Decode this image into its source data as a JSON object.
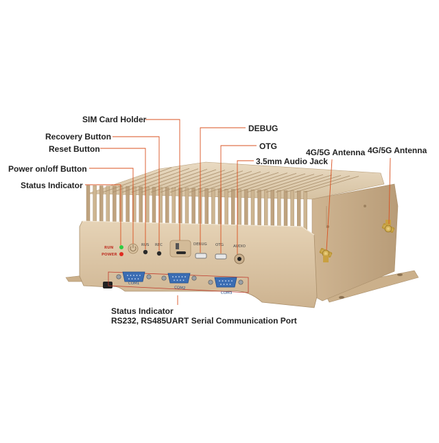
{
  "labels": {
    "sim_card_holder": "SIM Card Holder",
    "recovery_button": "Recovery Button",
    "reset_button": "Reset Button",
    "power_button": "Power on/off Button",
    "status_indicator": "Status Indicator",
    "debug": "DEBUG",
    "otg": "OTG",
    "audio_jack": "3.5mm Audio Jack",
    "antenna_1": "4G/5G Antenna",
    "antenna_2": "4G/5G Antenna"
  },
  "bottom_labels": {
    "status_indicator": "Status Indicator",
    "serial_port": "RS232, RS485UART Serial Communication Port"
  },
  "panel_text": {
    "run": "RUN",
    "power": "POWER",
    "rus": "RUS",
    "rec": "REC",
    "debug": "DEBUG",
    "otg": "OTG",
    "audio": "AUDIO",
    "com1": "COM1",
    "com2": "COM2",
    "com3": "COM3"
  },
  "colors": {
    "body": "#d9c3a3",
    "body_shadow": "#bda381",
    "fins": "#c9b08e",
    "port_blue": "#3b6db3",
    "leader_line": "#d9501f",
    "led_green": "#2ecc40",
    "led_red": "#e02b20"
  }
}
